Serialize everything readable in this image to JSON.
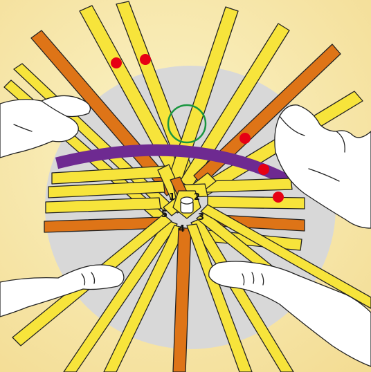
{
  "colors": {
    "background_light": "#fbf3c6",
    "background_dark": "#f3dc93",
    "work_surface": "#d8d8d8",
    "strip_yellow": "#f7e43b",
    "strip_orange": "#de7417",
    "weaver_purple": "#6e2a91",
    "marker_red": "#e60014",
    "highlight_green": "#1a9640",
    "hand_fill": "#ffffff",
    "outline": "#222222"
  },
  "center_labels": [
    "1",
    "2",
    "3",
    "4",
    "5"
  ],
  "red_markers": 5,
  "icons": {
    "highlight": "green-circle-icon",
    "marker": "red-dot-icon",
    "hands": "hand-icon"
  }
}
